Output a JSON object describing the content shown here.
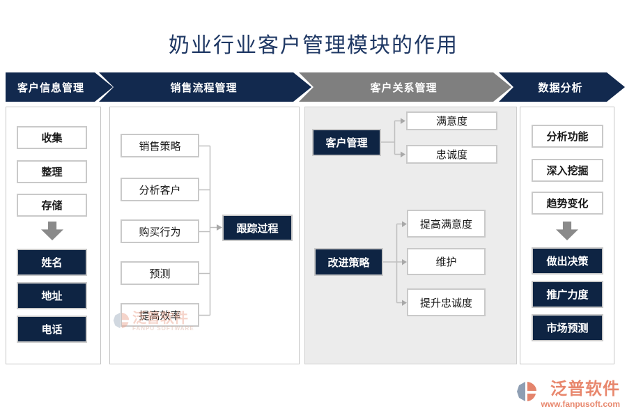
{
  "title": "奶业行业客户管理模块的作用",
  "colors": {
    "navy_arrow": "#12294E",
    "gray_arrow": "#7F7F7F",
    "navy_box": "#0E2443",
    "panel3_bg": "#ECECEC",
    "title_blue": "#1F3864",
    "brand_coral": "#E8876D",
    "connector_gray": "#BFBFBF"
  },
  "header": {
    "steps": [
      {
        "label": "客户信息管理"
      },
      {
        "label": "销售流程管理"
      },
      {
        "label": "客户关系管理"
      },
      {
        "label": "数据分析"
      }
    ]
  },
  "panels": {
    "customer_info": {
      "white_boxes": [
        "收集",
        "整理",
        "存储"
      ],
      "dark_boxes": [
        "姓名",
        "地址",
        "电话"
      ]
    },
    "sales_process": {
      "white_boxes": [
        "销售策略",
        "分析客户",
        "购买行为",
        "预测",
        "提高效率"
      ],
      "dark_box": "跟踪过程"
    },
    "customer_relation": {
      "group1": {
        "source": "客户管理",
        "targets": [
          "满意度",
          "忠诚度"
        ]
      },
      "group2": {
        "source": "改进策略",
        "targets": [
          "提高满意度",
          "维护",
          "提升忠诚度"
        ]
      }
    },
    "data_analysis": {
      "white_boxes": [
        "分析功能",
        "深入挖掘",
        "趋势变化"
      ],
      "dark_boxes": [
        "做出决策",
        "推广力度",
        "市场预测"
      ]
    }
  },
  "watermark": {
    "brand": "泛普软件",
    "sub": "FANPU SOFTWARE"
  },
  "footer_logo": {
    "brand": "泛普软件",
    "url": "www.fanpusoft.com"
  }
}
